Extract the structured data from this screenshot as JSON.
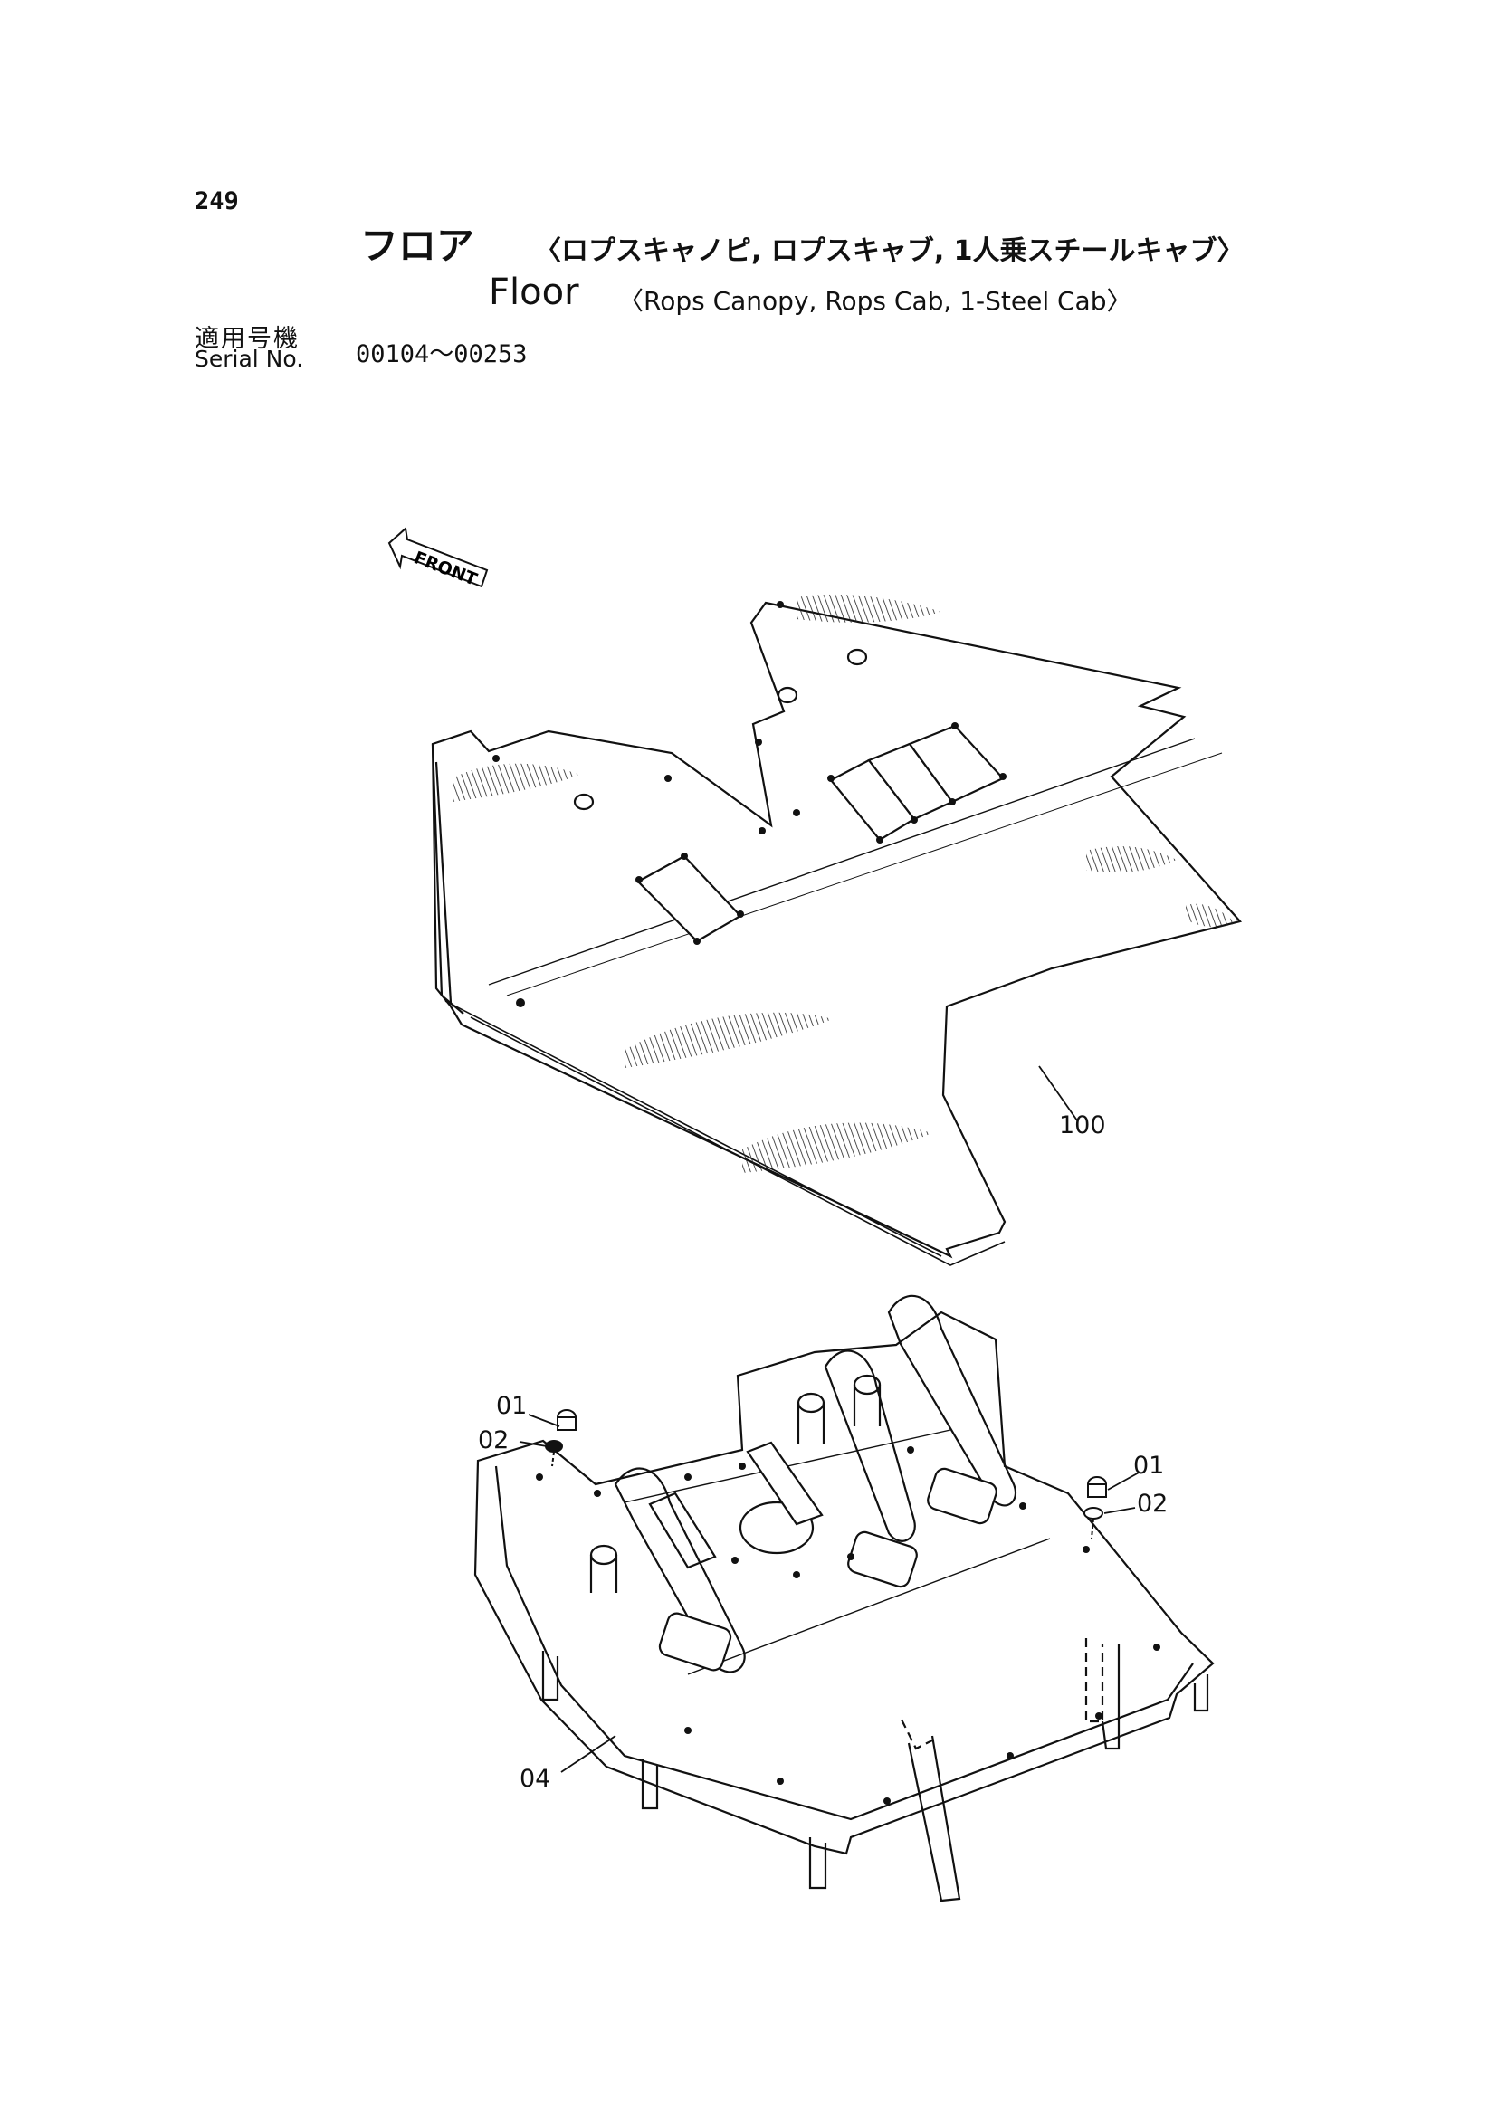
{
  "header": {
    "page_number": "249",
    "title_ja_main": "フロア",
    "title_ja_sub": "〈ロプスキャノピ, ロプスキャブ, 1人乗スチールキャブ〉",
    "title_en_main": "Floor",
    "title_en_sub": "〈Rops Canopy, Rops Cab, 1-Steel Cab〉",
    "serial_label_ja": "適用号機",
    "serial_label_en": "Serial No.",
    "serial_range": "00104〜00253"
  },
  "diagram": {
    "front_arrow_label": "FRONT",
    "callouts": {
      "floor_mat": "100",
      "bolt_left": "01",
      "washer_left": "02",
      "bolt_right": "01",
      "washer_right": "02",
      "floor_plate": "04"
    }
  }
}
